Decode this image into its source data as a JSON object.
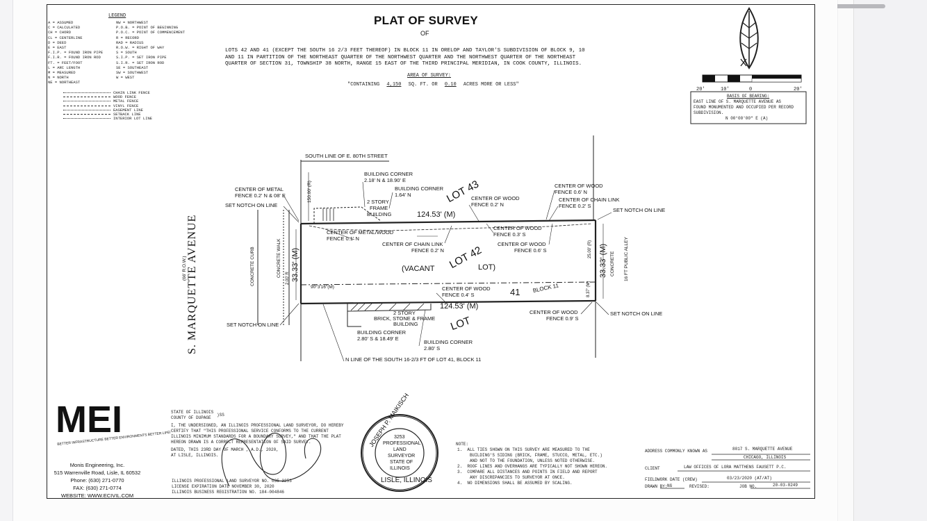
{
  "legend": {
    "heading": "LEGEND",
    "abbrev_left": [
      "A = ASSUMED",
      "C = CALCULATED",
      "CH = CHORD",
      "CL = CENTERLINE",
      "D = DEED",
      "E = EAST",
      "F.I.P. = FOUND IRON PIPE",
      "F.I.R. = FOUND IRON ROD",
      "FT. = FEET/FOOT",
      "L = ARC LENGTH",
      "M = MEASURED",
      "N = NORTH",
      "NE = NORTHEAST"
    ],
    "abbrev_right": [
      "NW = NORTHWEST",
      "P.O.B. = POINT OF BEGINNING",
      "P.O.C. = POINT OF COMMENCEMENT",
      "R = RECORD",
      "RAD = RADIUS",
      "R.O.W. = RIGHT OF WAY",
      "S = SOUTH",
      "S.I.P. = SET IRON PIPE",
      "S.I.R. = SET IRON ROD",
      "SE = SOUTHEAST",
      "SW = SOUTHWEST",
      "W = WEST"
    ],
    "lines": [
      "CHAIN LINK FENCE",
      "WOOD FENCE",
      "METAL FENCE",
      "VINYL FENCE",
      "EASEMENT LINE",
      "SETBACK LINE",
      "INTERIOR LOT LINE"
    ]
  },
  "header": {
    "title": "PLAT OF SURVEY",
    "of": "OF",
    "description": "LOTS 42 AND 41 (EXCEPT THE SOUTH 16 2/3 FEET THEREOF) IN BLOCK 11 IN ORELOP AND TAYLOR'S SUBDIVISION OF BLOCK 9, 10\nAND 11 IN PARTITION OF THE NORTHEAST QUARTER OF THE NORTHWEST QUARTER AND THE NORTHWEST QUARTER OF THE NORTHEAST\nQUARTER OF SECTION 31, TOWNSHIP 38 NORTH, RANGE 15 EAST OF THE THIRD PRINCIPAL MERIDIAN, IN COOK COUNTY, ILLINOIS.",
    "area_label": "AREA OF SURVEY:",
    "area_prefix": "\"CONTAINING",
    "area_sqft": "4,150",
    "area_mid": "SQ. FT. OR",
    "area_acres": "0.10",
    "area_suffix": "ACRES MORE OR LESS\""
  },
  "scale": {
    "labels": [
      "20'",
      "10'",
      "0",
      "20'"
    ]
  },
  "bearing": {
    "heading": "BASIS OF BEARING:",
    "text": [
      "EAST LINE OF S. MARQUETTE AVENUE AS",
      "FOUND MONUMENTED AND OCCUPIED PER RECORD",
      "SUBDIVISION."
    ],
    "value": "N 00°00'00\" E (A)"
  },
  "drawing": {
    "street": "S. MARQUETTE AVENUE",
    "row": "(66' R.O.W.)",
    "curb": "CONCRETE CURB",
    "walk": "CONCRETE WALK",
    "alley": [
      "CONCRETE",
      "16 FT PUBLIC ALLEY"
    ],
    "south_line": "SOUTH LINE OF E. 80TH STREET",
    "dist_150": "150.00' (R)",
    "bldg_corner1": [
      "BUILDING CORNER",
      "2.18' N & 18.90' E"
    ],
    "bldg_corner2": [
      "BUILDING CORNER",
      "1.64' N"
    ],
    "metal_fence": [
      "CENTER OF METAL",
      "FENCE 0.2' N & 08' E"
    ],
    "notch_nw": "SET NOTCH ON LINE",
    "frame_bldg": [
      "2 STORY",
      "FRAME",
      "BUILDING"
    ],
    "lot43": "LOT 43",
    "top_dim": "124.53' (M)",
    "wood_fence_02n": [
      "CENTER OF WOOD",
      "FENCE 0.2' N"
    ],
    "wood_fence_06n": [
      "CENTER OF WOOD",
      "FENCE 0.6' N"
    ],
    "chain_02s": [
      "CENTER OF CHAIN LINK",
      "FENCE 0.2' S"
    ],
    "notch_ne": "SET NOTCH ON LINE",
    "metal_wood_01n": [
      "CENTER OF METAL/WOOD",
      "FENCE 0.1' N"
    ],
    "wood_03s": [
      "CENTER OF WOOD",
      "FENCE 0.3' S"
    ],
    "chain_02n": [
      "CENTER OF CHAIN LINK",
      "FENCE 0.2' N"
    ],
    "lot42": "LOT 42",
    "wood_06s": [
      "CENTER OF WOOD",
      "FENCE 0.6' S"
    ],
    "west_dim": "33.33' (M)",
    "west_small": "2.00' R",
    "east_dim": "33.33' (M)",
    "east_small": "25.00' (R)",
    "vacant": [
      "(VACANT",
      "LOT)"
    ],
    "block": "BLOCK 11",
    "angle": "90°3'16\"(M)",
    "wood_04s": [
      "CENTER OF WOOD",
      "FENCE 0.4' S"
    ],
    "num41": "41",
    "small_37": "8.37' (M)",
    "bottom_dim": "124.53' (M)",
    "brick_bldg": [
      "2 STORY",
      "BRICK, STONE & FRAME",
      "BUILDING"
    ],
    "bldg_corner3": [
      "BUILDING CORNER",
      "2.80' S & 18.49' E"
    ],
    "lot_lower": "LOT",
    "bldg_corner4": [
      "BUILDING CORNER",
      "2.80' S"
    ],
    "wood_09s": [
      "CENTER OF WOOD",
      "FENCE 0.9' S"
    ],
    "notch_sw": "SET NOTCH ON LINE",
    "notch_se": "SET NOTCH ON LINE",
    "n_line": "N LINE OF THE SOUTH 16-2/3 FT OF LOT 41, BLOCK 11"
  },
  "company": {
    "logo": "MEI",
    "tagline": "BETTER INFRASTRUCTURE BETTER ENVIRONMENTS BETTER LIFE!",
    "name": "Monis Engineering, Inc.",
    "address": "515 Warrenville Road, Lisle, IL 60532",
    "phone": "Phone: (630) 271-0770",
    "fax": "FAX: (630) 271-0774",
    "website": "WEBSITE: WWW.ECIVIL.COM"
  },
  "certification": {
    "state": "STATE OF ILLINOIS",
    "county": "COUNTY OF DUPAGE",
    "ss": ")SS",
    "body": [
      "I, THE UNDERSIGNED, AN ILLINOIS PROFESSIONAL LAND SURVEYOR, DO HEREBY",
      "CERTIFY THAT \"THIS PROFESSIONAL SERVICE CONFORMS TO THE CURRENT",
      "ILLINOIS MINIMUM STANDARDS FOR A BOUNDARY SURVEY,\" AND THAT THE PLAT",
      "HEREON DRAWN IS A CORRECT REPRESENTATION OF SAID SURVEY."
    ],
    "dated": "DATED, THIS  23RD  DAY OF      MARCH       , A.D., 2020,",
    "at": "AT LISLE, ILLINOIS.",
    "license": [
      "ILLINOIS PROFESSIONAL LAND SURVEYOR NO. 035-3253",
      "LICENSE EXPIRATION DATE NOVEMBER 30, 2020",
      "ILLINOIS BUSINESS REGISTRATION NO. 184-004846"
    ]
  },
  "seal": {
    "name": "JOSEPH P. MAIKISCH",
    "number": "3253",
    "lines": [
      "PROFESSIONAL",
      "LAND",
      "SURVEYOR",
      "STATE OF",
      "ILLINOIS"
    ],
    "city": "LISLE, ILLINOIS"
  },
  "notes": {
    "heading": "NOTE:",
    "items": [
      "1.  ALL TIES SHOWN ON THIS SURVEY ARE MEASURED TO THE",
      "     BUILDING'S SIDING (BRICK, FRAME, STUCCO, METAL, ETC.)",
      "     AND NOT TO THE FOUNDATION, UNLESS NOTED OTHERWISE.",
      "2.  ROOF LINES AND OVERHANGS ARE TYPICALLY NOT SHOWN HEREON.",
      "3.  COMPARE ALL DISTANCES AND POINTS IN FIELD AND REPORT",
      "     ANY DISCREPANCIES TO SURVEYOR AT ONCE.",
      "4.  NO DIMENSIONS SHALL BE ASSUMED BY SCALING."
    ]
  },
  "info": {
    "address_label": "ADDRESS COMMONLY KNOWN AS",
    "address": "8017 S. MARQUETTE AVENUE",
    "city": "CHICAGO, ILLINOIS",
    "client_label": "CLIENT",
    "client": "LAW OFFICES OF LORA MATTHENS FAUSETT P.C.",
    "fieldwork_label": "FIELDWORK DATE (CREW)",
    "fieldwork": "03/23/2020 (AT/AT)",
    "drawn_label": "DRAWN BY:",
    "drawn": "NG",
    "revised_label": "REVISED:",
    "job_label": "JOB NO.",
    "job": "20-03-0249"
  }
}
